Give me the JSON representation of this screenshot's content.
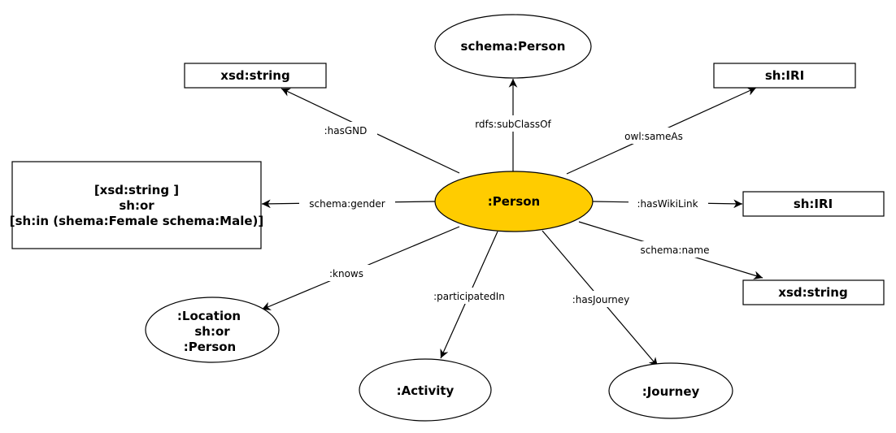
{
  "colors": {
    "center_fill": "#ffcc00",
    "node_fill": "#ffffff",
    "stroke": "#000000",
    "background": "#ffffff"
  },
  "nodes": {
    "center": ":Person",
    "schema_person": "schema:Person",
    "xsd_string_top": "xsd:string",
    "sh_iri_top": "sh:IRI",
    "gender_range_line1": "[xsd:string ]",
    "gender_range_line2": "sh:or",
    "gender_range_line3": "[sh:in (shema:Female schema:Male)]",
    "sh_iri_right": "sh:IRI",
    "xsd_string_right": "xsd:string",
    "knows_range_line1": ":Location",
    "knows_range_line2": "sh:or",
    "knows_range_line3": ":Person",
    "activity": ":Activity",
    "journey": ":Journey"
  },
  "edges": {
    "has_gnd": ":hasGND",
    "subclass_of": "rdfs:subClassOf",
    "same_as": "owl:sameAs",
    "gender": "schema:gender",
    "has_wiki_link": ":hasWikiLink",
    "name": "schema:name",
    "knows": ":knows",
    "participated_in": ":participatedIn",
    "has_journey": ":hasJourney"
  }
}
